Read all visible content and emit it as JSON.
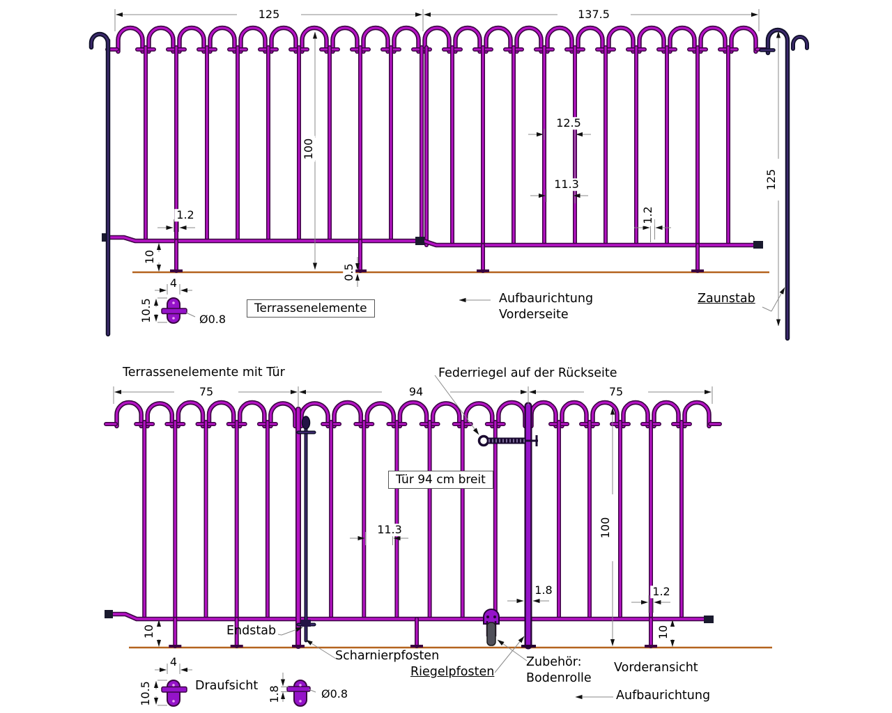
{
  "drawing1": {
    "dims": {
      "width_left": "125",
      "width_right": "137.5",
      "height": "100",
      "loop_pitch": "12.5",
      "bar_gap": "11.3",
      "bar_dia": "1.2",
      "post_dia": "1.2",
      "ground_gap": "10",
      "foot_offset": "0.5",
      "stake_len": "125",
      "anchor_w": "4",
      "anchor_h": "10.5",
      "anchor_dia": "Ø0.8"
    },
    "labels": {
      "element": "Terrassenelemente",
      "direction1": "Aufbaurichtung",
      "direction2": "Vorderseite",
      "stake": "Zaunstab"
    }
  },
  "drawing2": {
    "dims": {
      "w_left": "75",
      "w_door": "94",
      "w_right": "75",
      "height": "100",
      "bar_gap": "11.3",
      "latch_post": "1.8",
      "bar_dia": "1.2",
      "ground_left": "10",
      "ground_right": "10",
      "anchor_w": "4",
      "anchor_h": "10.5",
      "roller_dia": "1.8",
      "anchor_dia": "Ø0.8"
    },
    "labels": {
      "title": "Terrassenelemente mit Tür",
      "latch": "Federriegel auf der Rückseite",
      "door": "Tür 94 cm breit",
      "end_rod": "Endstab",
      "hinge_post": "Scharnierpfosten",
      "latch_post": "Riegelpfosten",
      "accessory1": "Zubehör:",
      "accessory2": "Bodenrolle",
      "front_view": "Vorderansicht",
      "direction": "Aufbaurichtung",
      "top_view": "Draufsicht"
    }
  },
  "colors": {
    "fence": "#b513c4",
    "fence_outline": "#3a0442",
    "stake": "#3d2a6e",
    "stake_outline": "#10102a",
    "post_fill": "#9513c9",
    "post_outline": "#240333",
    "ground": "#b4631e",
    "dim_line": "#8a8a8a",
    "arrow": "#111111",
    "wheel": "#50505a"
  }
}
